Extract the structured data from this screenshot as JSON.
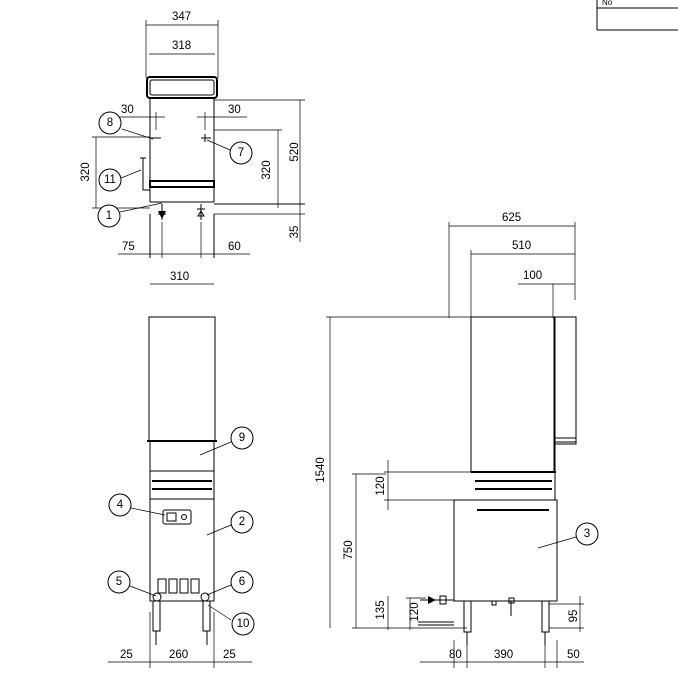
{
  "title_block": {
    "corner_text": "No"
  },
  "dimensions": {
    "top_width_overall": "347",
    "top_width_inner": "318",
    "top_left_30": "30",
    "top_right_30": "30",
    "top_height_520": "520",
    "top_left_320": "320",
    "top_right_320": "320",
    "top_35": "35",
    "top_75": "75",
    "top_60": "60",
    "top_310": "310",
    "side_625": "625",
    "side_510": "510",
    "side_100": "100",
    "side_1540": "1540",
    "side_120_upper": "120",
    "side_750": "750",
    "side_135": "135",
    "side_120_lower": "120",
    "side_95": "95",
    "side_80": "80",
    "side_390": "390",
    "side_50": "50",
    "front_25_left": "25",
    "front_260": "260",
    "front_25_right": "25"
  },
  "balloons": {
    "b1": "1",
    "b2": "2",
    "b3": "3",
    "b4": "4",
    "b5": "5",
    "b6": "6",
    "b7": "7",
    "b8": "8",
    "b9": "9",
    "b10": "10",
    "b11": "11"
  }
}
